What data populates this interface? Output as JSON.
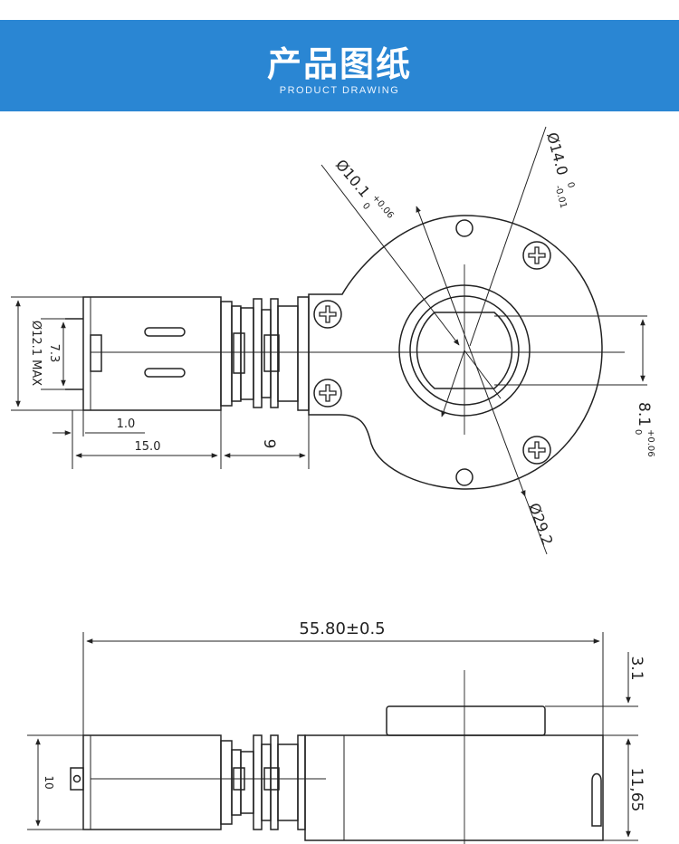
{
  "header": {
    "title": "产品图纸",
    "subtitle": "PRODUCT DRAWING",
    "background_color": "#2a86d3"
  },
  "top_view": {
    "dia_12_1": "Ø12.1 MAX",
    "dim_7_3": "7.3",
    "dim_1_0": "1.0",
    "dim_15_0": "15.0",
    "dim_9": "9",
    "dia_10_1": "Ø10.1",
    "dia_10_1_tol_upper": "+0.06",
    "dia_10_1_tol_lower": "0",
    "dia_14_0": "Ø14.0",
    "dia_14_0_tol_upper": "0",
    "dia_14_0_tol_lower": "-0.01",
    "dim_8_1": "8.1",
    "dim_8_1_tol_upper": "+0.06",
    "dim_8_1_tol_lower": "0",
    "dia_29_2": "Ø29.2"
  },
  "side_view": {
    "overall_length": "55.80±0.5",
    "dim_3_1": "3.1",
    "dim_11_65": "11,65",
    "dim_10": "10"
  }
}
